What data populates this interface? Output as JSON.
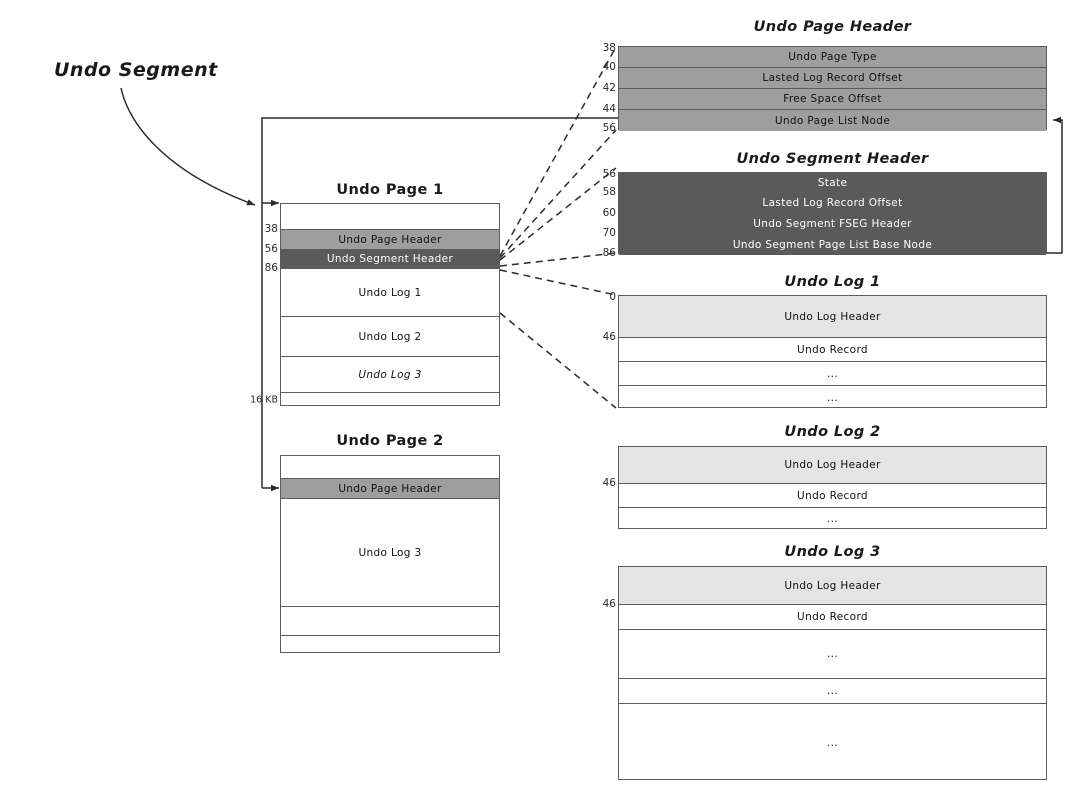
{
  "diagram": {
    "title_label": "Undo Segment",
    "colors": {
      "page_header_fill": "#9e9e9e",
      "segment_header_fill": "#5a5a5a",
      "log_header_fill": "#e4e4e4",
      "stroke": "#5c5c5c",
      "background": "#ffffff"
    }
  },
  "undo_page_1": {
    "title": "Undo Page 1",
    "offsets": [
      "38",
      "56",
      "86",
      "16 KB"
    ],
    "rows": [
      {
        "label": "",
        "fill": "none"
      },
      {
        "label": "Undo Page Header",
        "fill": "mid"
      },
      {
        "label": "Undo Segment Header",
        "fill": "dark"
      },
      {
        "label": "Undo Log 1",
        "fill": "none"
      },
      {
        "label": "Undo Log 2",
        "fill": "none"
      },
      {
        "label": "Undo Log 3",
        "fill": "none",
        "italic": true
      },
      {
        "label": "",
        "fill": "none"
      }
    ]
  },
  "undo_page_2": {
    "title": "Undo Page 2",
    "rows": [
      {
        "label": "",
        "fill": "none"
      },
      {
        "label": "Undo Page Header",
        "fill": "mid"
      },
      {
        "label": "Undo Log 3",
        "fill": "none"
      },
      {
        "label": "",
        "fill": "none"
      },
      {
        "label": "",
        "fill": "none"
      }
    ]
  },
  "undo_page_header": {
    "title": "Undo Page Header",
    "offsets": [
      "38",
      "40",
      "42",
      "44",
      "56"
    ],
    "rows": [
      {
        "label": "Undo Page Type",
        "fill": "mid"
      },
      {
        "label": "Lasted Log Record Offset",
        "fill": "mid"
      },
      {
        "label": "Free Space Offset",
        "fill": "mid"
      },
      {
        "label": "Undo Page List Node",
        "fill": "mid"
      }
    ]
  },
  "undo_segment_header": {
    "title": "Undo Segment Header",
    "offsets": [
      "56",
      "58",
      "60",
      "70",
      "86"
    ],
    "rows": [
      {
        "label": "State",
        "fill": "dark"
      },
      {
        "label": "Lasted Log Record Offset",
        "fill": "dark"
      },
      {
        "label": "Undo Segment FSEG Header",
        "fill": "dark"
      },
      {
        "label": "Undo Segment Page List Base Node",
        "fill": "dark"
      }
    ]
  },
  "undo_log_1": {
    "title": "Undo Log 1",
    "offsets": [
      "0",
      "46"
    ],
    "rows": [
      {
        "label": "Undo Log Header",
        "fill": "light"
      },
      {
        "label": "Undo Record",
        "fill": "none"
      },
      {
        "label": "...",
        "fill": "none"
      },
      {
        "label": "...",
        "fill": "none"
      }
    ]
  },
  "undo_log_2": {
    "title": "Undo Log 2",
    "offsets": [
      "46"
    ],
    "rows": [
      {
        "label": "Undo Log Header",
        "fill": "light"
      },
      {
        "label": "Undo Record",
        "fill": "none"
      },
      {
        "label": "...",
        "fill": "none"
      }
    ]
  },
  "undo_log_3": {
    "title": "Undo Log 3",
    "offsets": [
      "46"
    ],
    "rows": [
      {
        "label": "Undo Log Header",
        "fill": "light"
      },
      {
        "label": "Undo Record",
        "fill": "none"
      },
      {
        "label": "...",
        "fill": "none"
      },
      {
        "label": "...",
        "fill": "none"
      },
      {
        "label": "...",
        "fill": "none"
      }
    ]
  }
}
